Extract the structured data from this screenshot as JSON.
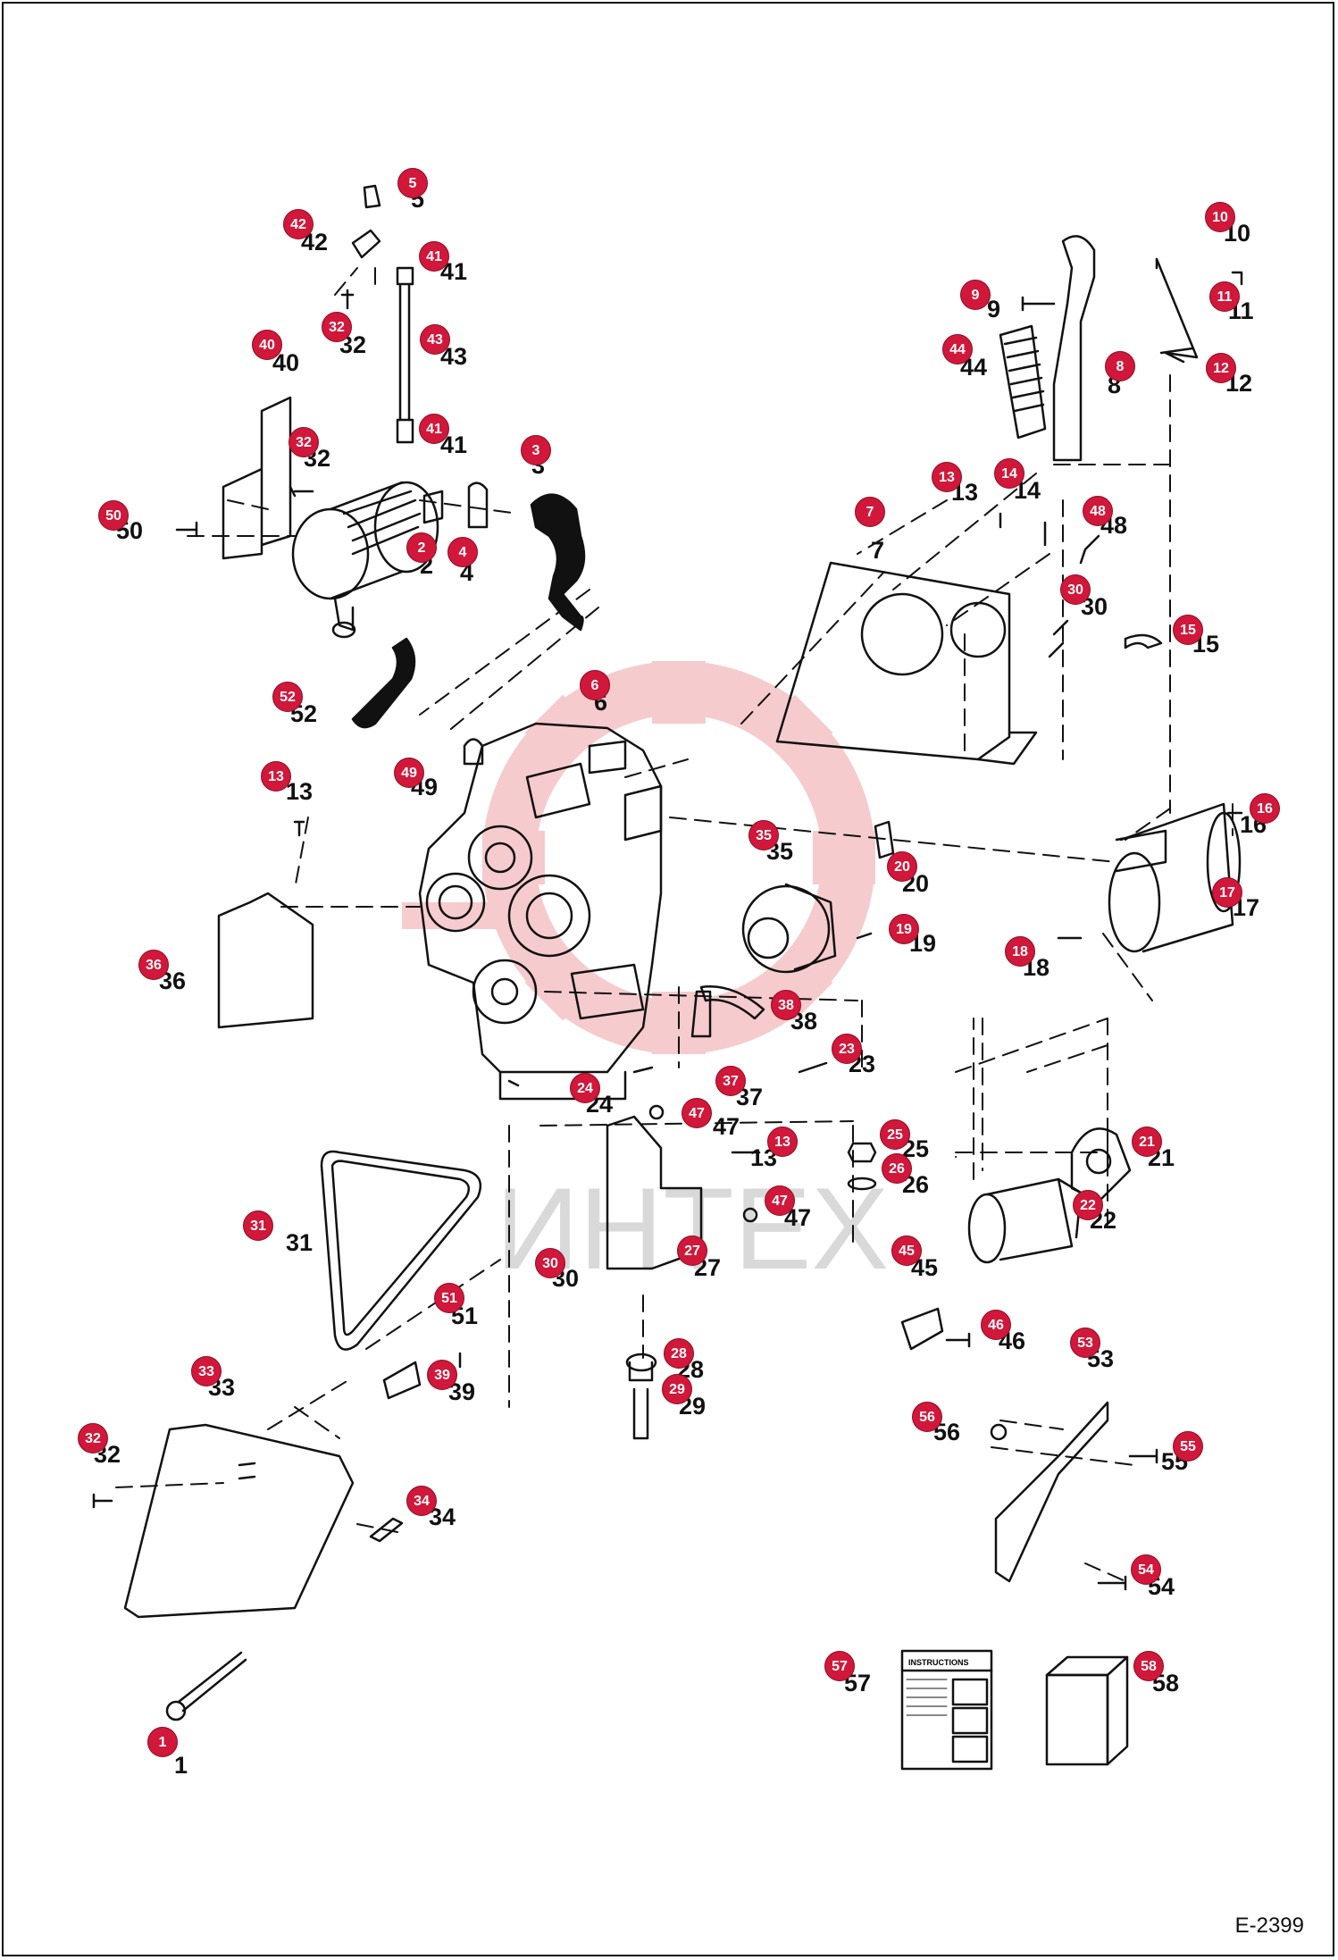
{
  "diagram": {
    "document_code": "E-2399",
    "watermark_text": "ИНТЕХ",
    "manual_box_title": "INSTRUCTIONS",
    "callout_color": "#d1173a",
    "watermark_color": "#f3b9bd",
    "callouts": [
      {
        "id": "1"
      },
      {
        "id": "2"
      },
      {
        "id": "3"
      },
      {
        "id": "4"
      },
      {
        "id": "5"
      },
      {
        "id": "6"
      },
      {
        "id": "7"
      },
      {
        "id": "8"
      },
      {
        "id": "9"
      },
      {
        "id": "10"
      },
      {
        "id": "11"
      },
      {
        "id": "12"
      },
      {
        "id": "13a",
        "label": "13"
      },
      {
        "id": "14"
      },
      {
        "id": "13b",
        "label": "13"
      },
      {
        "id": "15"
      },
      {
        "id": "16"
      },
      {
        "id": "17"
      },
      {
        "id": "18"
      },
      {
        "id": "19"
      },
      {
        "id": "20"
      },
      {
        "id": "21"
      },
      {
        "id": "22"
      },
      {
        "id": "23"
      },
      {
        "id": "24"
      },
      {
        "id": "25"
      },
      {
        "id": "26"
      },
      {
        "id": "27"
      },
      {
        "id": "28"
      },
      {
        "id": "29"
      },
      {
        "id": "30a",
        "label": "30"
      },
      {
        "id": "30b",
        "label": "30"
      },
      {
        "id": "31"
      },
      {
        "id": "32a",
        "label": "32"
      },
      {
        "id": "32b",
        "label": "32"
      },
      {
        "id": "32c",
        "label": "32"
      },
      {
        "id": "33"
      },
      {
        "id": "34"
      },
      {
        "id": "35"
      },
      {
        "id": "36"
      },
      {
        "id": "37"
      },
      {
        "id": "38"
      },
      {
        "id": "39"
      },
      {
        "id": "40"
      },
      {
        "id": "41a",
        "label": "41"
      },
      {
        "id": "41b",
        "label": "41"
      },
      {
        "id": "42"
      },
      {
        "id": "43"
      },
      {
        "id": "44"
      },
      {
        "id": "45"
      },
      {
        "id": "46"
      },
      {
        "id": "47a",
        "label": "47"
      },
      {
        "id": "47b",
        "label": "47"
      },
      {
        "id": "48"
      },
      {
        "id": "49"
      },
      {
        "id": "50"
      },
      {
        "id": "51"
      },
      {
        "id": "52"
      },
      {
        "id": "53"
      },
      {
        "id": "54"
      },
      {
        "id": "55"
      },
      {
        "id": "56"
      },
      {
        "id": "57"
      },
      {
        "id": "58"
      },
      {
        "id": "13c",
        "label": "13"
      }
    ],
    "labels": {
      "1": "1",
      "2": "2",
      "3": "3",
      "4": "4",
      "5": "5",
      "6": "6",
      "7": "7",
      "8": "8",
      "9": "9",
      "10": "10",
      "11": "11",
      "12": "12",
      "13a": "13",
      "13b": "13",
      "13c": "13",
      "14": "14",
      "15": "15",
      "16": "16",
      "17": "17",
      "18": "18",
      "19": "19",
      "20": "20",
      "21": "21",
      "22": "22",
      "23": "23",
      "24": "24",
      "25": "25",
      "26": "26",
      "27": "27",
      "28": "28",
      "29": "29",
      "30a": "30",
      "30b": "30",
      "31": "31",
      "32a": "32",
      "32b": "32",
      "32c": "32",
      "33": "33",
      "34": "34",
      "35": "35",
      "36": "36",
      "37": "37",
      "38": "38",
      "39": "39",
      "40": "40",
      "41a": "41",
      "41b": "41",
      "42": "42",
      "43": "43",
      "44": "44",
      "45": "45",
      "46": "46",
      "47a": "47",
      "47b": "47",
      "48": "48",
      "49": "49",
      "50": "50",
      "51": "51",
      "52": "52",
      "53": "53",
      "54": "54",
      "55": "55",
      "56": "56",
      "57": "57",
      "58": "58"
    }
  }
}
